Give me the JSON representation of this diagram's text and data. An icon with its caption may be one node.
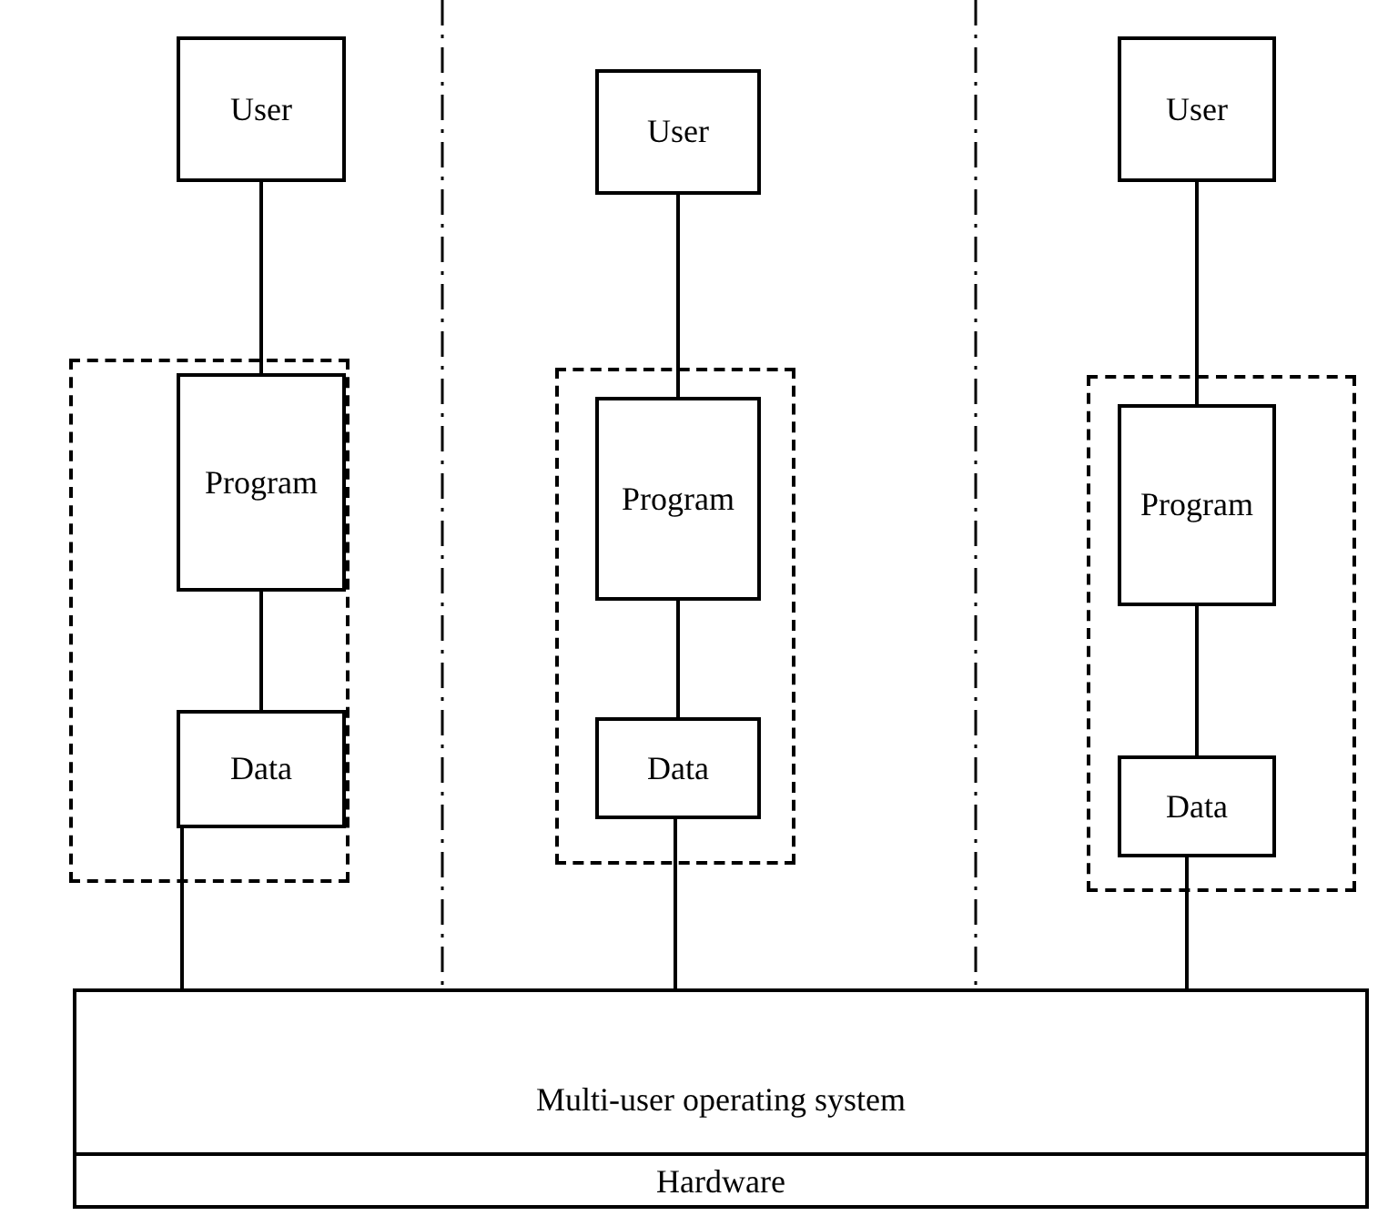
{
  "diagram": {
    "nodes": [
      {
        "text": [
          "User"
        ]
      },
      {
        "text": [],
        "shape": "box"
      },
      {
        "text": [
          "Program"
        ],
        "in": 1
      },
      {
        "text": [
          "Data"
        ],
        "in": 1
      },
      {
        "text": [
          "User"
        ]
      },
      {
        "text": [],
        "shape": "box"
      },
      {
        "text": [
          "Program"
        ],
        "in": 5
      },
      {
        "text": [
          "Data"
        ],
        "in": 5
      },
      {
        "text": [
          "User"
        ]
      },
      {
        "text": [],
        "shape": "box"
      },
      {
        "text": [
          "Program"
        ],
        "in": 9
      },
      {
        "text": [
          "Data"
        ],
        "in": 9
      },
      {
        "text": [
          "Multi-user operating system"
        ]
      },
      {
        "text": [
          "Hardware"
        ],
        "in": 12
      }
    ],
    "edges": [
      {
        "from": 0,
        "to": 2,
        "arrow": "none"
      },
      {
        "from": 2,
        "to": 3,
        "arrow": "none"
      },
      {
        "from": 3,
        "to": 12,
        "arrow": "none"
      },
      {
        "from": 4,
        "to": 6,
        "arrow": "none"
      },
      {
        "from": 6,
        "to": 7,
        "arrow": "none"
      },
      {
        "from": 7,
        "to": 12,
        "arrow": "none"
      },
      {
        "from": 8,
        "to": 10,
        "arrow": "none"
      },
      {
        "from": 10,
        "to": 11,
        "arrow": "none"
      },
      {
        "from": 11,
        "to": 12,
        "arrow": "none"
      }
    ]
  }
}
